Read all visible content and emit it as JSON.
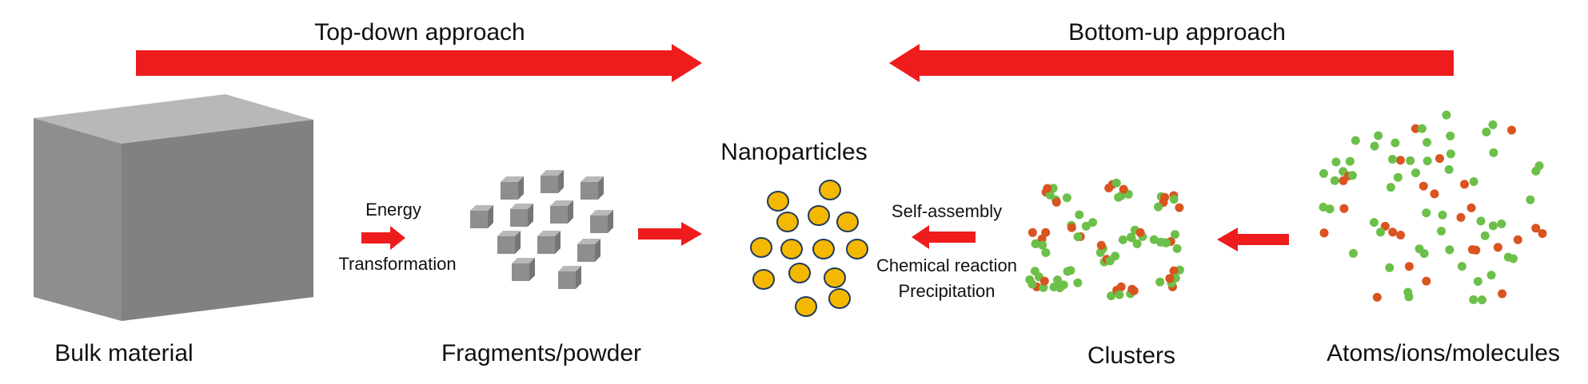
{
  "top_left_heading": "Top-down approach",
  "top_right_heading": "Bottom-up approach",
  "nanoparticles_label": "Nanoparticles",
  "energy_label": "Energy",
  "transformation_label": "Transformation",
  "self_assembly_label": "Self-assembly",
  "chemical_reaction_label": "Chemical reaction",
  "precipitation_label": "Precipitation",
  "bulk_material_label": "Bulk material",
  "fragments_label": "Fragments/powder",
  "clusters_label": "Clusters",
  "atoms_label": "Atoms/ions/molecules",
  "colors": {
    "arrow_red": "#ee1c1c",
    "nanoparticle_fill": "#f5b800",
    "nanoparticle_stroke": "#1f3b5c",
    "atom_green": "#6cc04a",
    "atom_orange": "#d9541e",
    "cube_front": "#8e8e8e",
    "cube_top": "#b8b8b8",
    "cube_side": "#767676"
  }
}
